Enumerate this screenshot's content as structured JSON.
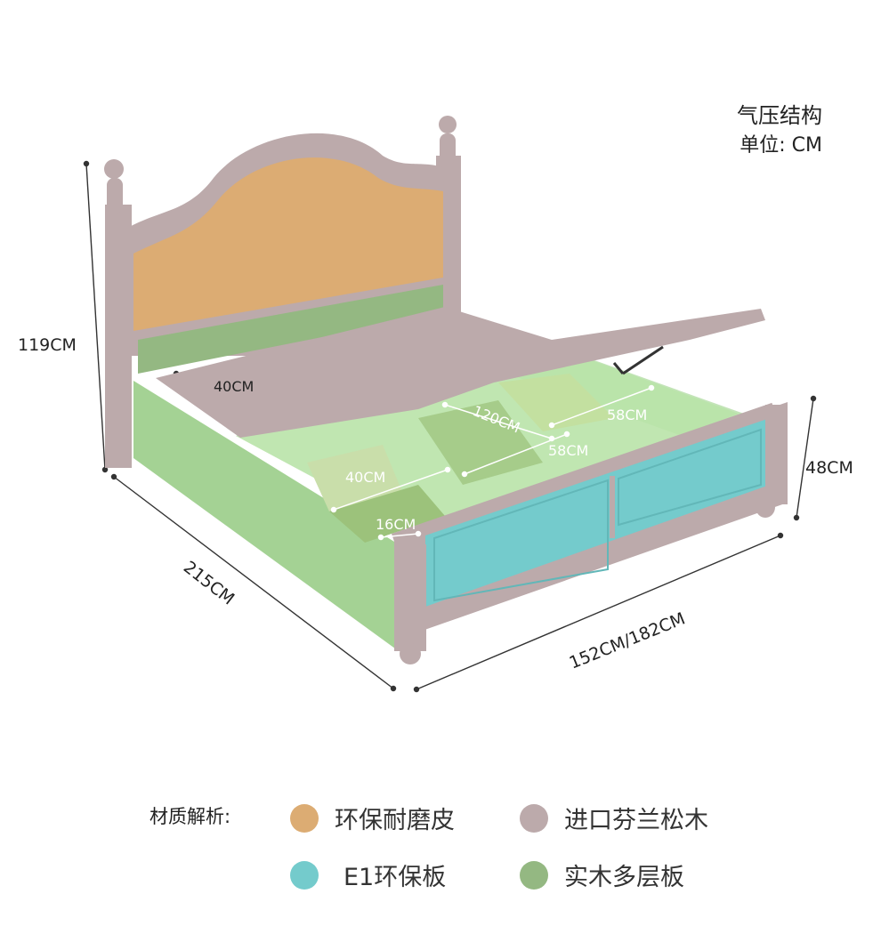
{
  "header": {
    "title": "气压结构",
    "unit": "单位: CM"
  },
  "dimensions": {
    "height": "119CM",
    "length": "215CM",
    "width": "152CM/182CM",
    "foot_height": "48CM",
    "headboard_gap": "40CM",
    "storage_length": "120CM",
    "storage_width_back": "58CM",
    "storage_width_front": "58CM",
    "storage_side_width": "40CM",
    "storage_depth": "16CM"
  },
  "legend": {
    "label": "材质解析:",
    "items": [
      {
        "name": "环保耐磨皮",
        "color": "#dcac73"
      },
      {
        "name": "进口芬兰松木",
        "color": "#bcaaab"
      },
      {
        "name": "E1环保板",
        "color": "#74cbcc"
      },
      {
        "name": "实木多层板",
        "color": "#94b882"
      }
    ]
  },
  "colors": {
    "leather": "#dcac73",
    "pine": "#bcaaab",
    "board": "#74cbcc",
    "plywood": "#94b882"
  }
}
